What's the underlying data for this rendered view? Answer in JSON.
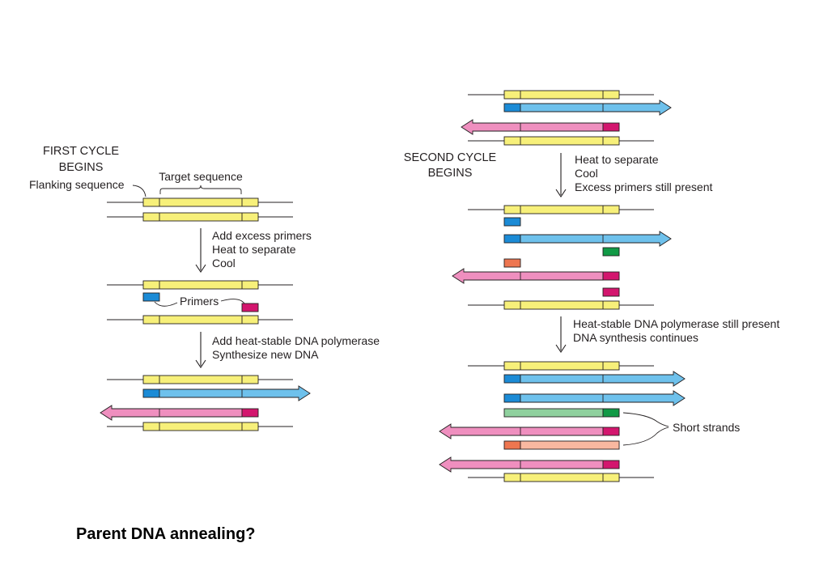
{
  "first_cycle": {
    "heading_line1": "FIRST CYCLE",
    "heading_line2": "BEGINS",
    "flanking_label": "Flanking sequence",
    "target_label": "Target sequence",
    "step1": [
      "Add excess primers",
      "Heat to separate",
      "Cool"
    ],
    "primers_label": "Primers",
    "step2": [
      "Add heat-stable DNA polymerase",
      "Synthesize new DNA"
    ]
  },
  "second_cycle": {
    "heading_line1": "SECOND CYCLE",
    "heading_line2": "BEGINS",
    "step1": [
      "Heat to separate",
      "Cool",
      "Excess primers still present"
    ],
    "step2": [
      "Heat-stable DNA polymerase still present",
      "DNA synthesis continues"
    ],
    "short_strands_label": "Short strands"
  },
  "colors": {
    "target_yellow": "#f7f07a",
    "new_strand_blue": "#6ec1ec",
    "primer_blue": "#1b8bd6",
    "new_strand_pink": "#ef8fbf",
    "primer_magenta": "#d3166e",
    "short_green": "#8fd19e",
    "primer_green": "#119a46",
    "short_salmon": "#f9b8a0",
    "primer_orange": "#ee7650",
    "line": "#231f20"
  },
  "question": "Parent DNA annealing?"
}
